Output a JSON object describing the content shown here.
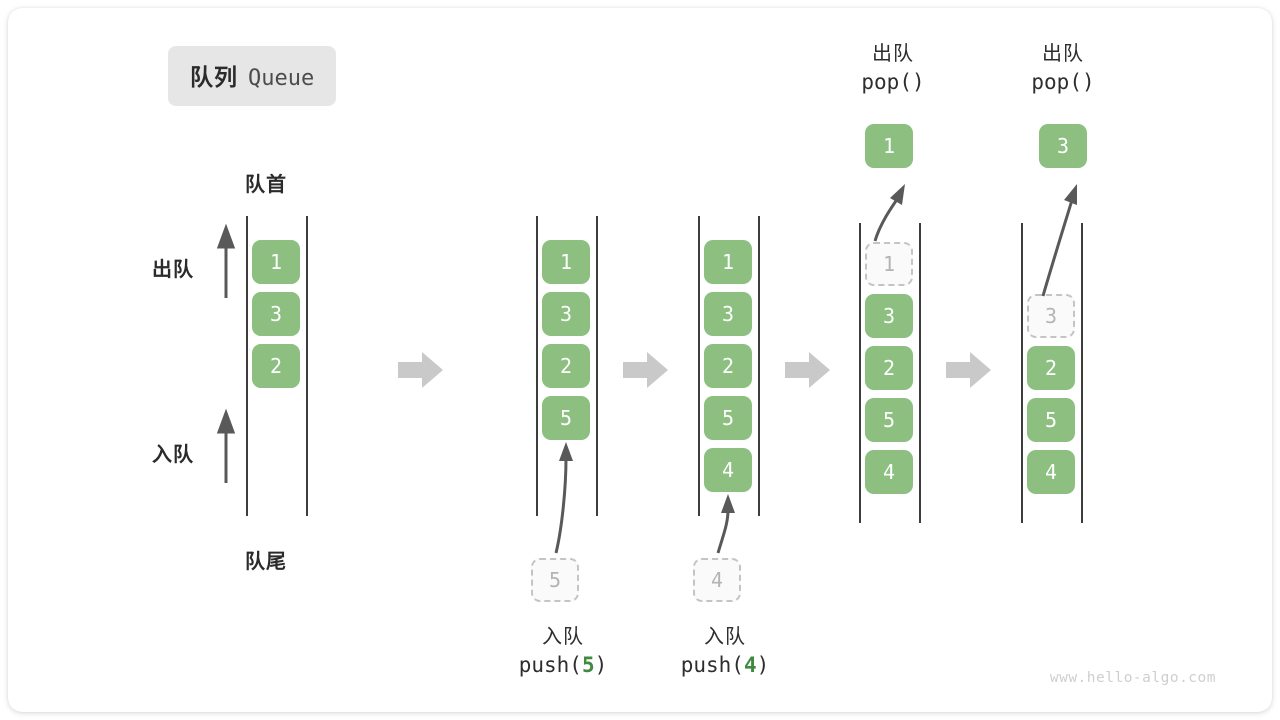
{
  "title": {
    "cn": "队列",
    "en": "Queue"
  },
  "labels": {
    "head": "队首",
    "tail": "队尾",
    "dequeue": "出队",
    "enqueue": "入队"
  },
  "colors": {
    "cell_fill": "#8cbf80",
    "cell_text": "#ffffff",
    "ghost_fill": "#fafafa",
    "ghost_border": "#c4c4c4",
    "ghost_text": "#b4b4b4",
    "rail": "#3d3d3d",
    "arrow": "#595959",
    "separator_arrow": "#c9c9c9",
    "badge_bg": "#e6e6e6",
    "code_arg": "#3f8a3f",
    "watermark": "#cfcfcf"
  },
  "panels": [
    {
      "id": "initial",
      "cells": [
        "1",
        "3",
        "2"
      ],
      "ghost_index": null,
      "side_labels": {
        "dequeue": "出队",
        "enqueue": "入队"
      },
      "top_label": "队首",
      "bottom_label": "队尾"
    },
    {
      "id": "push-5",
      "cells": [
        "1",
        "3",
        "2",
        "5"
      ],
      "incoming_value": "5",
      "op": {
        "cn": "入队",
        "fn": "push(",
        "arg": "5",
        "fn_end": ")"
      }
    },
    {
      "id": "push-4",
      "cells": [
        "1",
        "3",
        "2",
        "5",
        "4"
      ],
      "incoming_value": "4",
      "op": {
        "cn": "入队",
        "fn": "push(",
        "arg": "4",
        "fn_end": ")"
      }
    },
    {
      "id": "pop-1",
      "cells": [
        "1",
        "3",
        "2",
        "5",
        "4"
      ],
      "ghost_index": 0,
      "popped_value": "1",
      "op": {
        "cn": "出队",
        "code": "pop()"
      }
    },
    {
      "id": "pop-3",
      "cells": [
        "3",
        "2",
        "5",
        "4"
      ],
      "ghost_index": 0,
      "popped_value": "3",
      "op": {
        "cn": "出队",
        "code": "pop()"
      }
    }
  ],
  "separators": [
    "arrow-right-icon",
    "arrow-right-icon",
    "arrow-right-icon",
    "arrow-right-icon"
  ],
  "watermark": "www.hello-algo.com"
}
